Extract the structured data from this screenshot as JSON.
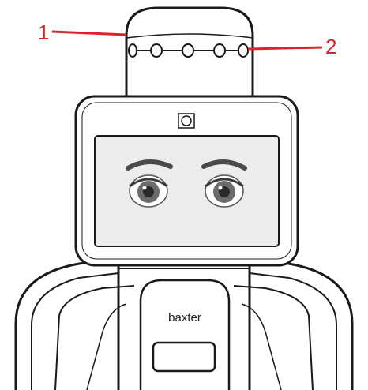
{
  "callouts": [
    {
      "label": "1"
    },
    {
      "label": "2"
    }
  ],
  "brand": "baxter",
  "colors": {
    "outline": "#1a1a1a",
    "callout": "#e0202c",
    "screen_fill": "#ececec",
    "iris": "#6b6b6b",
    "eyebrow": "#4a4a4a"
  }
}
